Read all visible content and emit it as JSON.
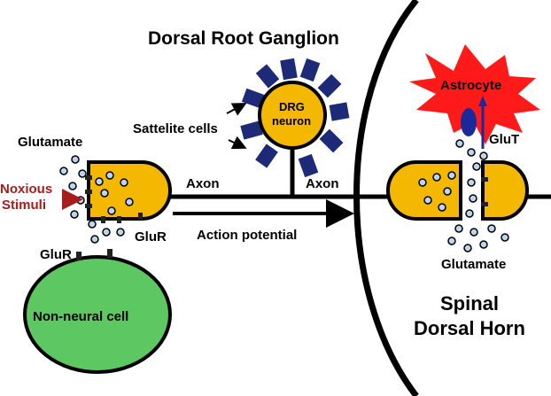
{
  "labels": {
    "title": "Dorsal Root Ganglion",
    "satellite": "Sattelite cells",
    "drg_line1": "DRG",
    "drg_line2": "neuron",
    "glutamate_left": "Glutamate",
    "noxious_line1": "Noxious",
    "noxious_line2": "Stimuli",
    "axon_left": "Axon",
    "axon_right": "Axon",
    "glur_right": "GluR",
    "glur_left": "GluR",
    "action_potential": "Action potential",
    "non_neural": "Non-neural cell",
    "astrocyte": "Astrocyte",
    "glut": "GluT",
    "glutamate_right": "Glutamate",
    "spinal_line1": "Spinal",
    "spinal_line2": "Dorsal Horn"
  },
  "colors": {
    "terminal_fill": "#f5b800",
    "vesicle_fill": "#bcd6ee",
    "satellite_fill": "#1c2a78",
    "non_neural_fill": "#5dc861",
    "astrocyte_fill": "#ff1a1a",
    "glut_fill": "#1a2a9a",
    "noxious_red": "#a51d1d"
  }
}
